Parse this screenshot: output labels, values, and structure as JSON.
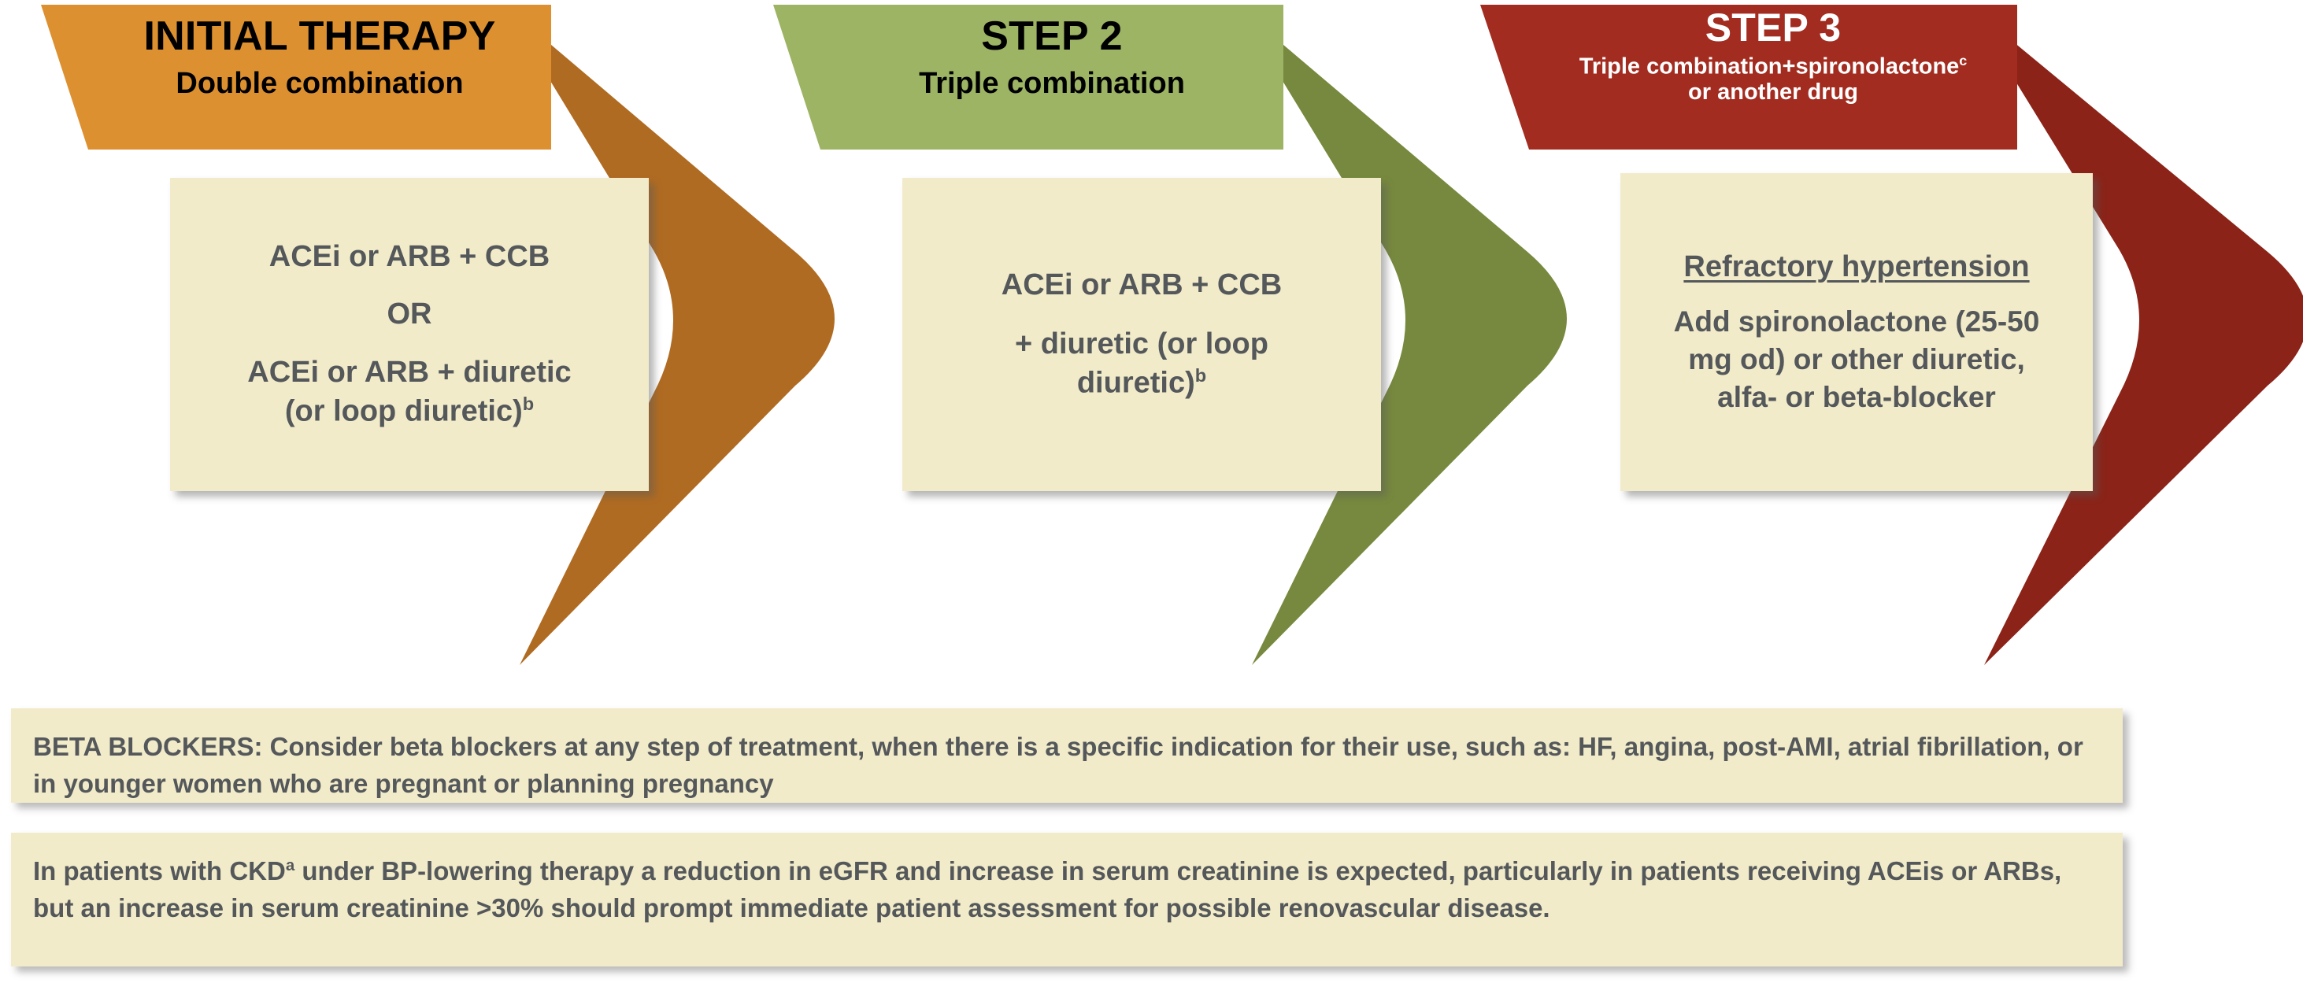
{
  "palette": {
    "background": "#FFFFFF",
    "card_fill": "#F2EBCA",
    "card_text": "#54585A",
    "step1_light": "#DD9030",
    "step1_dark": "#B06B22",
    "step2_light": "#9DB464",
    "step2_dark": "#77893E",
    "step3_light": "#A32C21",
    "step3_dark": "#8B2318",
    "step1_title_text": "#000000",
    "step2_title_text": "#000000",
    "step3_title_text": "#FFFFFF"
  },
  "steps": [
    {
      "id": "initial-therapy",
      "banner": {
        "title": "INITIAL THERAPY",
        "subtitle": "Double combination",
        "subtitle_sup": "",
        "subtitle_line2": ""
      },
      "card": {
        "lines": [
          {
            "text": "ACEi or ARB + CCB",
            "sup": "",
            "underline": false
          },
          {
            "text": "OR",
            "sup": "",
            "underline": false
          },
          {
            "text": "ACEi or ARB + diuretic",
            "sup": "",
            "underline": false
          },
          {
            "text": "(or loop diuretic)",
            "sup": "b",
            "underline": false
          }
        ]
      }
    },
    {
      "id": "step-2",
      "banner": {
        "title": "STEP 2",
        "subtitle": "Triple combination",
        "subtitle_sup": "",
        "subtitle_line2": ""
      },
      "card": {
        "lines": [
          {
            "text": "ACEi or ARB + CCB",
            "sup": "",
            "underline": false
          },
          {
            "text": "+ diuretic (or loop",
            "sup": "",
            "underline": false
          },
          {
            "text": "diuretic)",
            "sup": "b",
            "underline": false
          }
        ]
      }
    },
    {
      "id": "step-3",
      "banner": {
        "title": "STEP 3",
        "subtitle": "Triple combination+spironolactone",
        "subtitle_sup": "c",
        "subtitle_line2": "or another drug"
      },
      "card": {
        "lines": [
          {
            "text": "Refractory hypertension",
            "sup": "",
            "underline": true
          },
          {
            "text": "Add spironolactone (25-50",
            "sup": "",
            "underline": false
          },
          {
            "text": "mg od) or other diuretic,",
            "sup": "",
            "underline": false
          },
          {
            "text": "alfa- or beta-blocker",
            "sup": "",
            "underline": false
          }
        ]
      }
    }
  ],
  "notes": [
    {
      "id": "beta-blockers-note",
      "text_before_sup": "BETA BLOCKERS: Consider beta blockers at any step of treatment, when there is a specific indication for their use, such as: HF, angina, post-AMI, atrial fibrillation, or in younger women who are pregnant or planning pregnancy",
      "sup": "",
      "text_after_sup": ""
    },
    {
      "id": "ckd-note",
      "text_before_sup": "In patients with CKD",
      "sup": "a",
      "text_after_sup": " under BP-lowering therapy a reduction in eGFR and increase in serum creatinine is expected, particularly in patients receiving ACEis or ARBs, but an increase in serum creatinine >30% should prompt immediate patient assessment for possible renovascular disease."
    }
  ]
}
